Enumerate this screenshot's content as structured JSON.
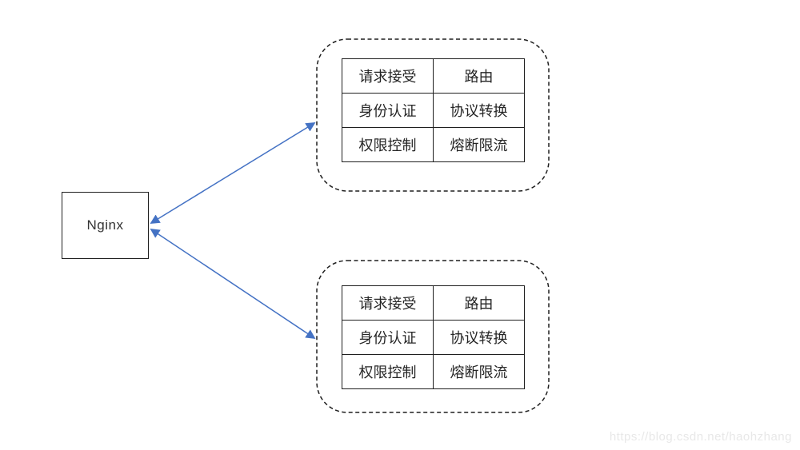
{
  "colors": {
    "arrow": "#4472C4",
    "line": "#1f1f1f",
    "watermark_gray": "#e8e8e8"
  },
  "nginx": {
    "label": "Nginx"
  },
  "gateways": [
    {
      "rows": [
        [
          "请求接受",
          "路由"
        ],
        [
          "身份认证",
          "协议转换"
        ],
        [
          "权限控制",
          "熔断限流"
        ]
      ]
    },
    {
      "rows": [
        [
          "请求接受",
          "路由"
        ],
        [
          "身份认证",
          "协议转换"
        ],
        [
          "权限控制",
          "熔断限流"
        ]
      ]
    }
  ],
  "watermark": "https://blog.csdn.net/haohzhang"
}
